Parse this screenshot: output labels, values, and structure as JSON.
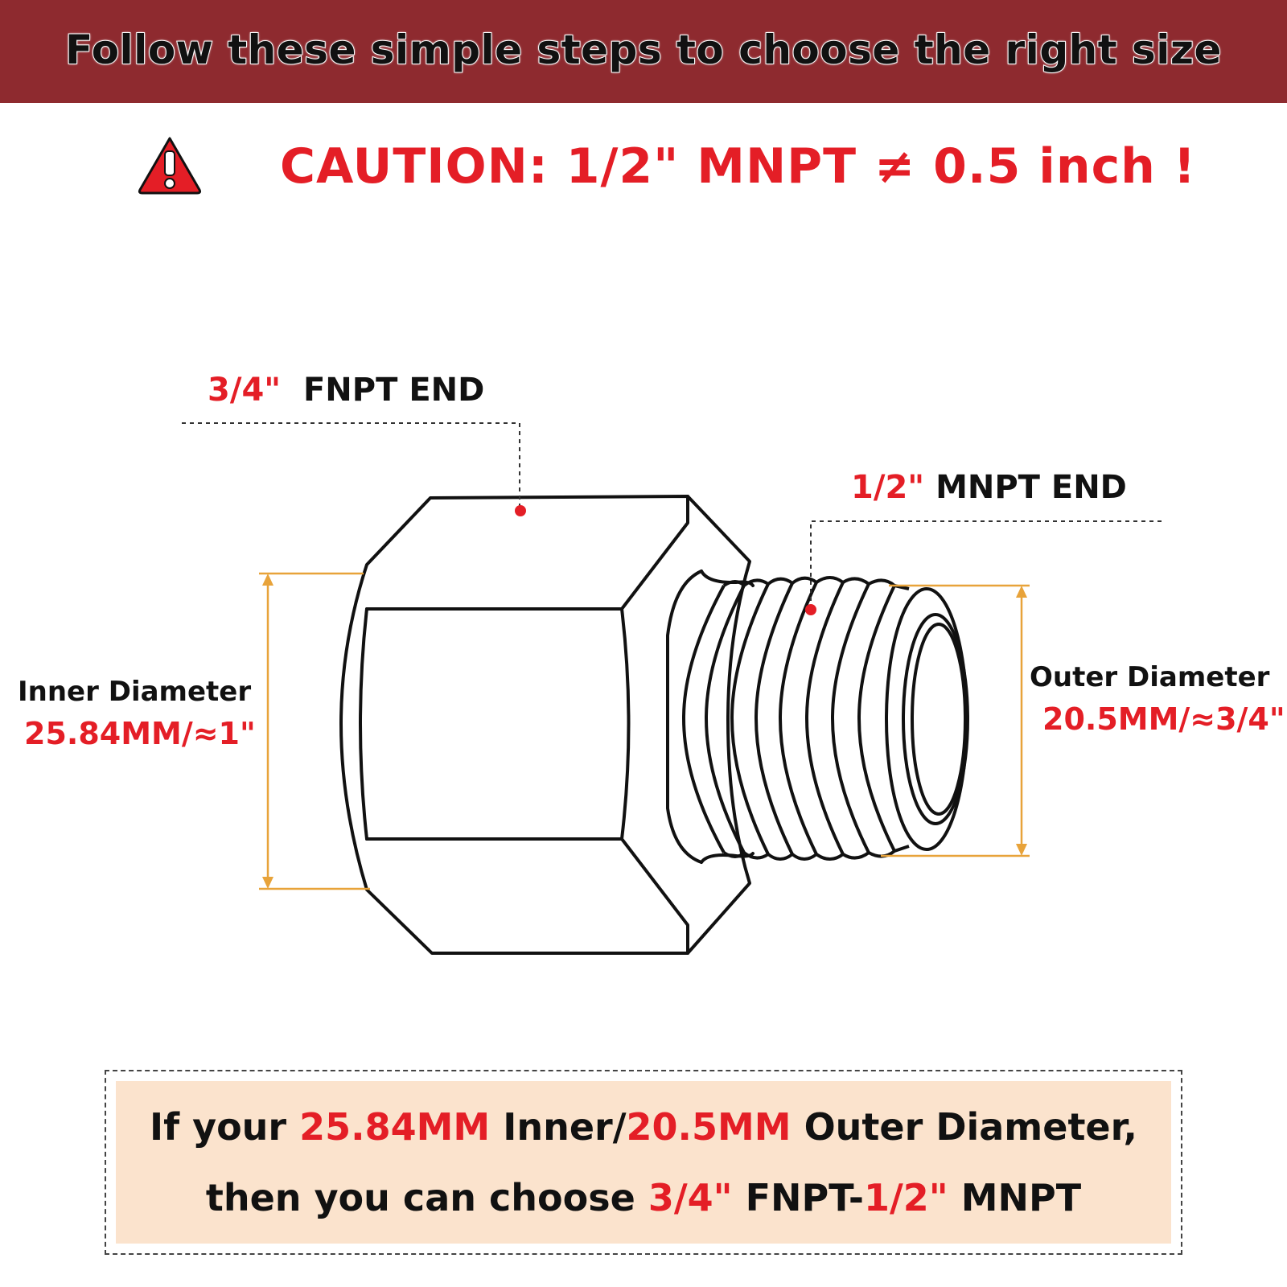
{
  "banner": {
    "text": "Follow these simple steps to choose the right size"
  },
  "caution": {
    "text": "CAUTION: 1/2\" MNPT ≠ 0.5 inch !"
  },
  "fnpt_label": {
    "size": "3/4\"",
    "rest": "FNPT END"
  },
  "mnpt_label": {
    "size": "1/2\"",
    "rest": "MNPT END"
  },
  "inner_diameter": {
    "label": "Inner Diameter",
    "value": "25.84MM/≈1\""
  },
  "outer_diameter": {
    "label": "Outer Diameter",
    "value": "20.5MM/≈3/4\""
  },
  "note": {
    "line1": {
      "p1": "If your ",
      "r1": "25.84MM",
      "p2": " Inner/",
      "r2": "20.5MM",
      "p3": " Outer Diameter,"
    },
    "line2": {
      "p1": "then you can choose ",
      "r1": "3/4\"",
      "p2": " FNPT-",
      "r2": "1/2\"",
      "p3": " MNPT"
    }
  },
  "colors": {
    "banner_bg": "#8e2a2f",
    "accent_red": "#e41e26",
    "dimension_orange": "#e8a33a",
    "note_bg": "#fbe3cd"
  },
  "icons": {
    "warning": "warning-triangle-icon"
  }
}
